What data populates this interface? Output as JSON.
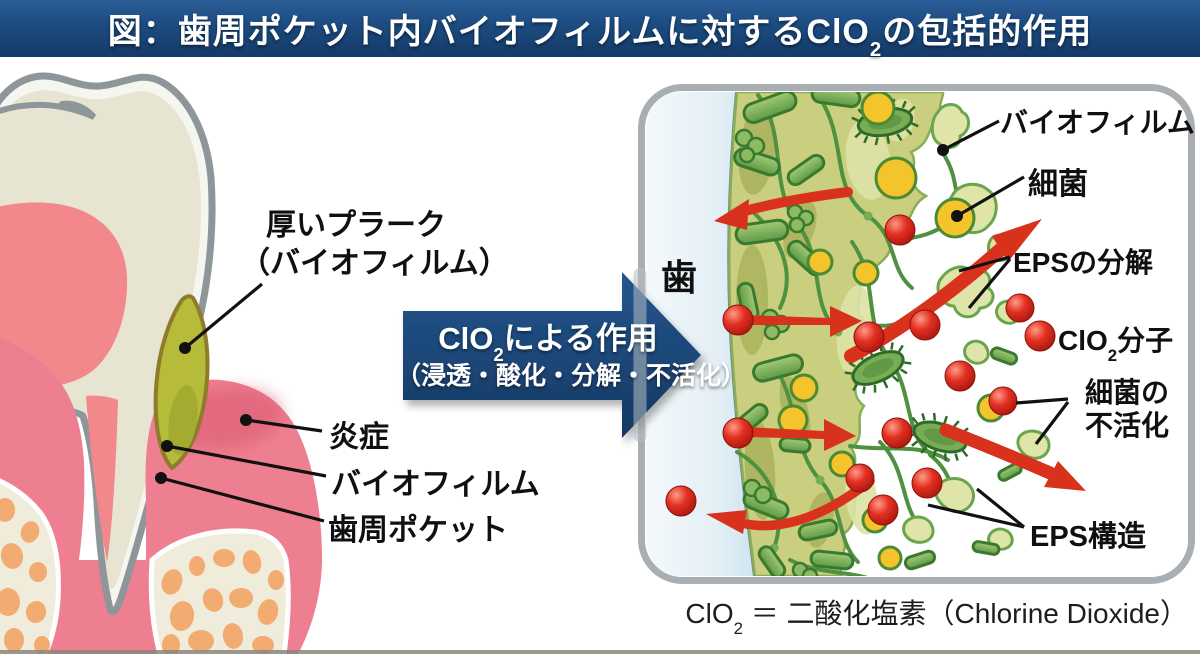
{
  "title": {
    "pre": "図：歯周ポケット内バイオフィルムに対するClO",
    "sub": "2",
    "post": "の包括的作用"
  },
  "tooth_diagram": {
    "label_plaque_line1": "厚いプラーク",
    "label_plaque_line2": "（バイオフィルム）",
    "label_inflammation": "炎症",
    "label_biofilm": "バイオフィルム",
    "label_pocket": "歯周ポケット"
  },
  "action_arrow": {
    "line1_pre": "ClO",
    "line1_sub": "2",
    "line1_post": "による作用",
    "line2": "（浸透・酸化・分解・不活化）"
  },
  "panel": {
    "label_tooth": "歯",
    "label_biofilm": "バイオフィルム",
    "label_bacteria": "細菌",
    "label_eps_breakdown": "EPSの分解",
    "label_clo2_pre": "ClO",
    "label_clo2_sub": "2",
    "label_clo2_post": "分子",
    "label_inactivation_line1": "細菌の",
    "label_inactivation_line2": "不活化",
    "label_eps_structure": "EPS構造"
  },
  "caption": {
    "pre": "ClO",
    "sub": "2",
    "post": " ＝ 二酸化塩素（Chlorine Dioxide）"
  },
  "colors": {
    "title_bar": "#1c4b80",
    "arrow_navy": "#1d4c80",
    "red_arrow": "#d8321d",
    "clo2_molecule_red": "#d42317",
    "biofilm_olive": "#c9cf7e",
    "bacteria_yellow": "#f4c42c",
    "bacteria_green": "#79ad55",
    "gum_pink": "#ee7f90",
    "pulp_pink": "#f2878c",
    "bone_cream": "#efecdb",
    "bone_spot_orange": "#f2ab70",
    "tooth_surface_blue": "#d5e7f1",
    "plaque_olive": "#b6bb3a"
  }
}
